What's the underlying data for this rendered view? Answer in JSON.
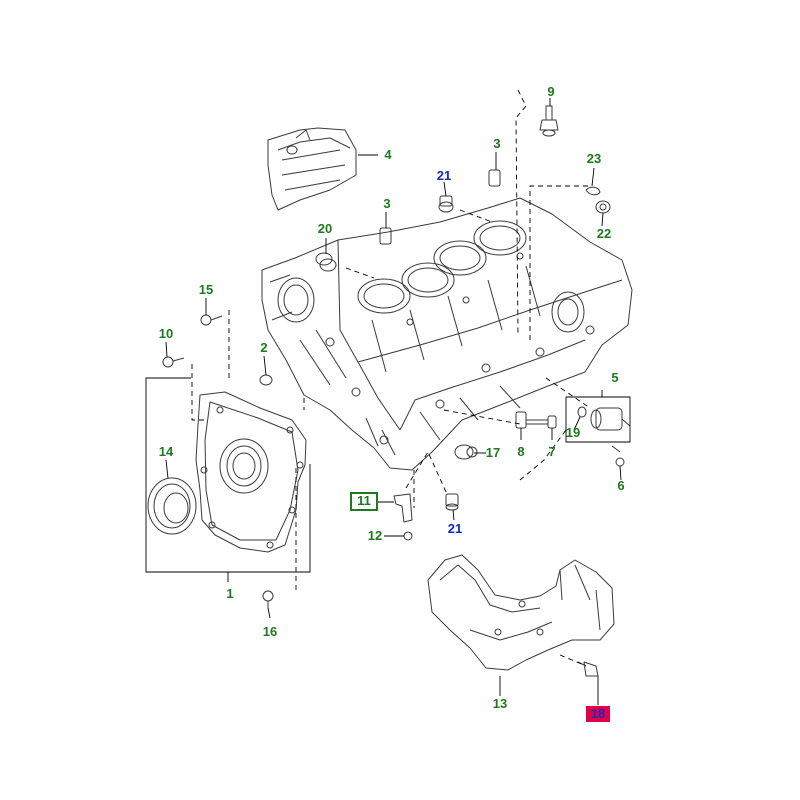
{
  "colors": {
    "label_green": "#1e7a1e",
    "label_blue": "#1a2bb8",
    "highlight_box_border": "#1e7a1e",
    "selected_fill": "#e0004a",
    "selected_text": "#1a2bb8",
    "line": "#000000",
    "part_stroke": "#3a3a3a"
  },
  "callouts": [
    {
      "id": "p1",
      "label": "1",
      "color": "green"
    },
    {
      "id": "p2",
      "label": "2",
      "color": "green"
    },
    {
      "id": "p3a",
      "label": "3",
      "color": "green"
    },
    {
      "id": "p3b",
      "label": "3",
      "color": "green"
    },
    {
      "id": "p4",
      "label": "4",
      "color": "green"
    },
    {
      "id": "p5",
      "label": "5",
      "color": "green"
    },
    {
      "id": "p6",
      "label": "6",
      "color": "green"
    },
    {
      "id": "p7",
      "label": "7",
      "color": "green"
    },
    {
      "id": "p8",
      "label": "8",
      "color": "green"
    },
    {
      "id": "p9",
      "label": "9",
      "color": "green"
    },
    {
      "id": "p10",
      "label": "10",
      "color": "green"
    },
    {
      "id": "p11",
      "label": "11",
      "color": "green",
      "boxed": true
    },
    {
      "id": "p12",
      "label": "12",
      "color": "green"
    },
    {
      "id": "p13",
      "label": "13",
      "color": "green"
    },
    {
      "id": "p14",
      "label": "14",
      "color": "green"
    },
    {
      "id": "p15",
      "label": "15",
      "color": "green"
    },
    {
      "id": "p16",
      "label": "16",
      "color": "green"
    },
    {
      "id": "p17",
      "label": "17",
      "color": "green"
    },
    {
      "id": "p18",
      "label": "18",
      "color": "blue",
      "selected": true
    },
    {
      "id": "p19",
      "label": "19",
      "color": "green"
    },
    {
      "id": "p20",
      "label": "20",
      "color": "green"
    },
    {
      "id": "p21a",
      "label": "21",
      "color": "blue"
    },
    {
      "id": "p21b",
      "label": "21",
      "color": "blue"
    },
    {
      "id": "p22",
      "label": "22",
      "color": "green"
    },
    {
      "id": "p23",
      "label": "23",
      "color": "green"
    }
  ]
}
